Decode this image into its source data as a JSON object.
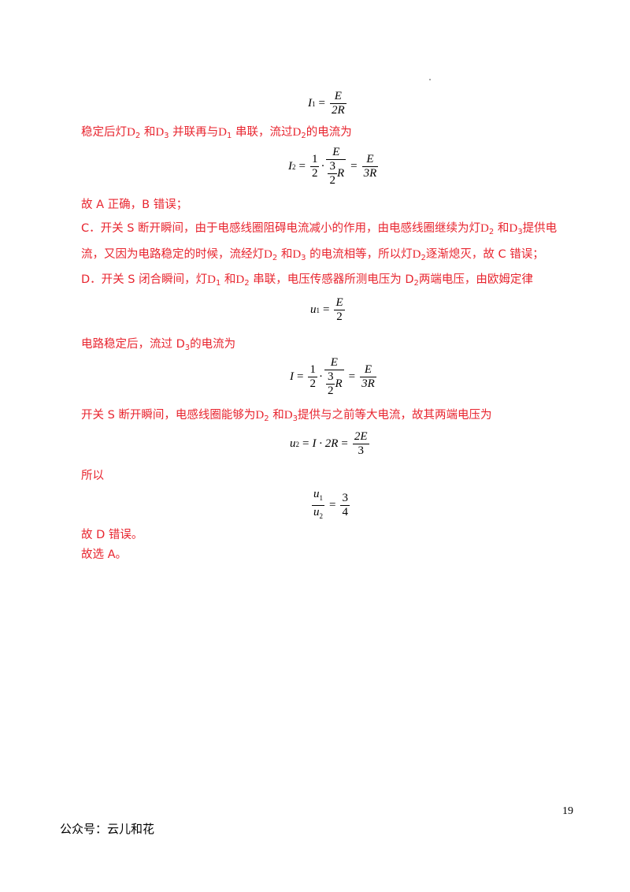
{
  "eq1": {
    "lhs": "I",
    "lhs_sub": "1",
    "num": "E",
    "den": "2R"
  },
  "l1": {
    "a": "稳定后灯",
    "d2": "D",
    "d2s": "2",
    "b": "和",
    "d3": "D",
    "d3s": "3",
    "c": "并联再与",
    "d1": "D",
    "d1s": "1",
    "e": "串联，流过",
    "d2b": "D",
    "d2bs": "2",
    "f": "的电流为"
  },
  "eq2": {
    "lhs": "I",
    "lhs_sub": "2",
    "f1n": "1",
    "f1d": "2",
    "dot": "·",
    "E": "E",
    "f3n": "3",
    "f3d": "2",
    "R": "R",
    "rn": "E",
    "rd": "3R"
  },
  "l2": "故 A 正确，B 错误；",
  "l3": {
    "a": "C．开关 S 断开瞬间，由于电感线圈阻碍电流减小的作用，由电感线圈继续为灯",
    "d2": "D",
    "d2s": "2",
    "b": "和",
    "d3": "D",
    "d3s": "3",
    "c": "提供电"
  },
  "l4": {
    "a": "流，又因为电路稳定的时候，流经灯",
    "d2": "D",
    "d2s": "2",
    "b": "和",
    "d3": "D",
    "d3s": "3",
    "c": "的电流相等，所以灯",
    "d2b": "D",
    "d2bs": "2",
    "d": "逐渐熄灭，故 C 错误；"
  },
  "l5": {
    "a": "D．开关 S 闭合瞬间，灯",
    "d1": "D",
    "d1s": "1",
    "b": "和",
    "d2": "D",
    "d2s": "2",
    "c": "串联，电压传感器所测电压为 D",
    "c_sub": "2",
    "d": "两端电压，由欧姆定律"
  },
  "eq3": {
    "lhs": "u",
    "lhs_sub": "1",
    "num": "E",
    "den": "2"
  },
  "l6": {
    "a": "电路稳定后，流过 D",
    "sub": "3",
    "b": "的电流为"
  },
  "eq4": {
    "lhs": "I",
    "f1n": "1",
    "f1d": "2",
    "dot": "·",
    "E": "E",
    "f3n": "3",
    "f3d": "2",
    "R": "R",
    "rn": "E",
    "rd": "3R"
  },
  "l7": {
    "a": "开关 S 断开瞬间，电感线圈能够为",
    "d2": "D",
    "d2s": "2",
    "b": "和",
    "d3": "D",
    "d3s": "3",
    "c": "提供与之前等大电流，故其两端电压为"
  },
  "eq5": {
    "lhs": "u",
    "lhs_sub": "2",
    "mid": "I · 2R",
    "num": "2E",
    "den": "3"
  },
  "l8": "所以",
  "eq6": {
    "ln": "u",
    "lns": "1",
    "ld": "u",
    "lds": "2",
    "rn": "3",
    "rd": "4"
  },
  "l9": "故 D 错误。",
  "l10": "故选 A。",
  "page_number": "19",
  "footer": "公众号：云儿和花",
  "colors": {
    "answer_text": "#e8252f",
    "equation_text": "#000000"
  }
}
